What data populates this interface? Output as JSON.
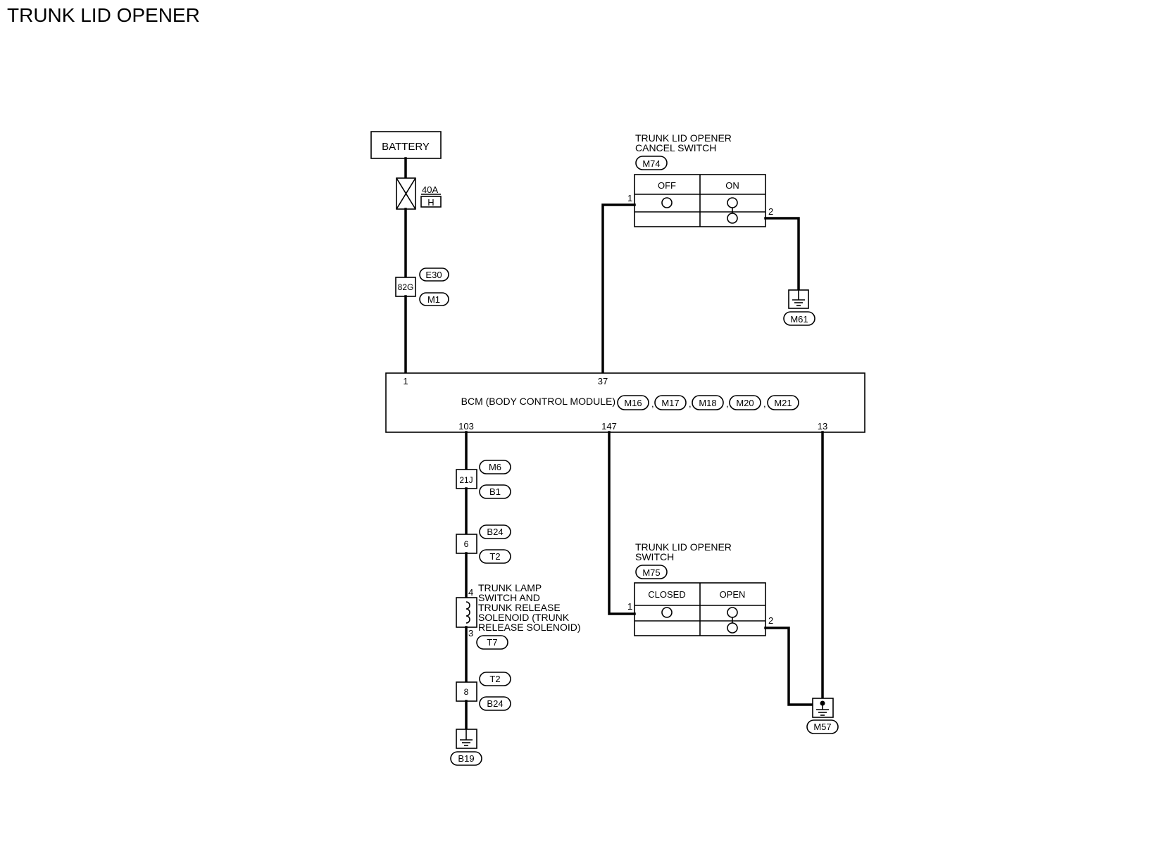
{
  "title": "TRUNK LID OPENER",
  "battery": {
    "label": "BATTERY"
  },
  "fuse": {
    "rating": "40A",
    "id": "H"
  },
  "junction_82g": {
    "pin": "82G",
    "connector_top": "E30",
    "connector_bottom": "M1"
  },
  "cancel_switch": {
    "title_line1": "TRUNK LID OPENER",
    "title_line2": "CANCEL SWITCH",
    "connector": "M74",
    "col1": "OFF",
    "col2": "ON",
    "pin_left": "1",
    "pin_right": "2"
  },
  "ground_m61": {
    "connector": "M61"
  },
  "bcm": {
    "label": "BCM (BODY CONTROL MODULE)",
    "connectors": [
      "M16",
      "M17",
      "M18",
      "M20",
      "M21"
    ],
    "pin_1": "1",
    "pin_37": "37",
    "pin_103": "103",
    "pin_147": "147",
    "pin_13": "13"
  },
  "junction_21j": {
    "pin": "21J",
    "connector_top": "M6",
    "connector_bottom": "B1"
  },
  "junction_6": {
    "pin": "6",
    "connector_top": "B24",
    "connector_bottom": "T2"
  },
  "solenoid": {
    "label_lines": [
      "TRUNK LAMP",
      "SWITCH AND",
      "TRUNK RELEASE",
      "SOLENOID (TRUNK",
      "RELEASE SOLENOID)"
    ],
    "pin_top": "4",
    "pin_bottom": "3",
    "connector": "T7"
  },
  "junction_8": {
    "pin": "8",
    "connector_top": "T2",
    "connector_bottom": "B24"
  },
  "ground_b19": {
    "connector": "B19"
  },
  "opener_switch": {
    "title_line1": "TRUNK LID OPENER",
    "title_line2": "SWITCH",
    "connector": "M75",
    "col1": "CLOSED",
    "col2": "OPEN",
    "pin_left": "1",
    "pin_right": "2"
  },
  "ground_m57": {
    "connector": "M57"
  }
}
